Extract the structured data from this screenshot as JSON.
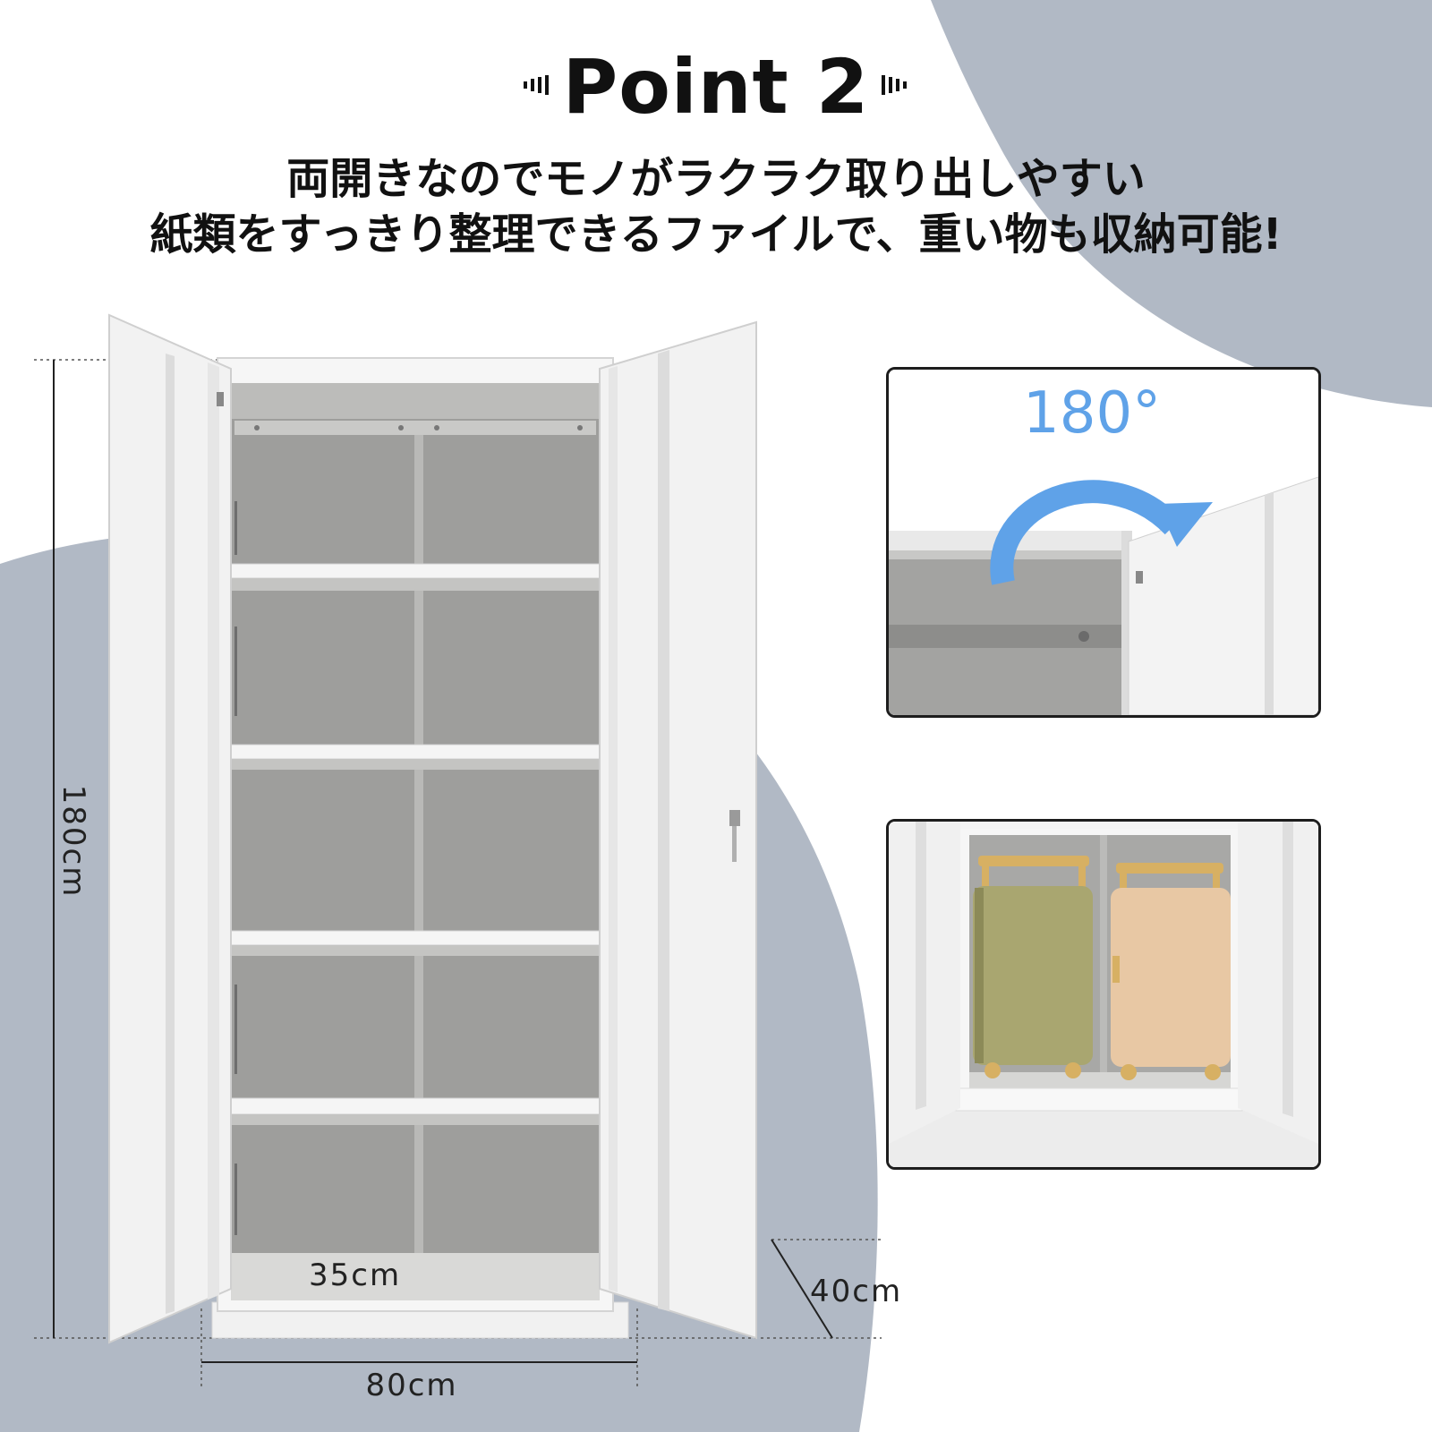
{
  "point_label": "Point 2",
  "headline_line1": "両開きなのでモノがラクラク取り出しやすい",
  "headline_line2": "紙類をすっきり整理できるファイルで、重い物も収納可能!",
  "dimensions": {
    "height": "180cm",
    "width": "80cm",
    "shelf_depth": "35cm",
    "depth": "40cm"
  },
  "inset_hinge": {
    "angle": "180°"
  },
  "colors": {
    "background_blob": "#b1b9c5",
    "arrow": "#5fa2e8",
    "cabinet": "#f4f4f4",
    "interior": "#9d9d9b",
    "suitcase_green": "#a9a670",
    "suitcase_beige": "#e8c8a4",
    "suitcase_hardware": "#d7b063"
  }
}
